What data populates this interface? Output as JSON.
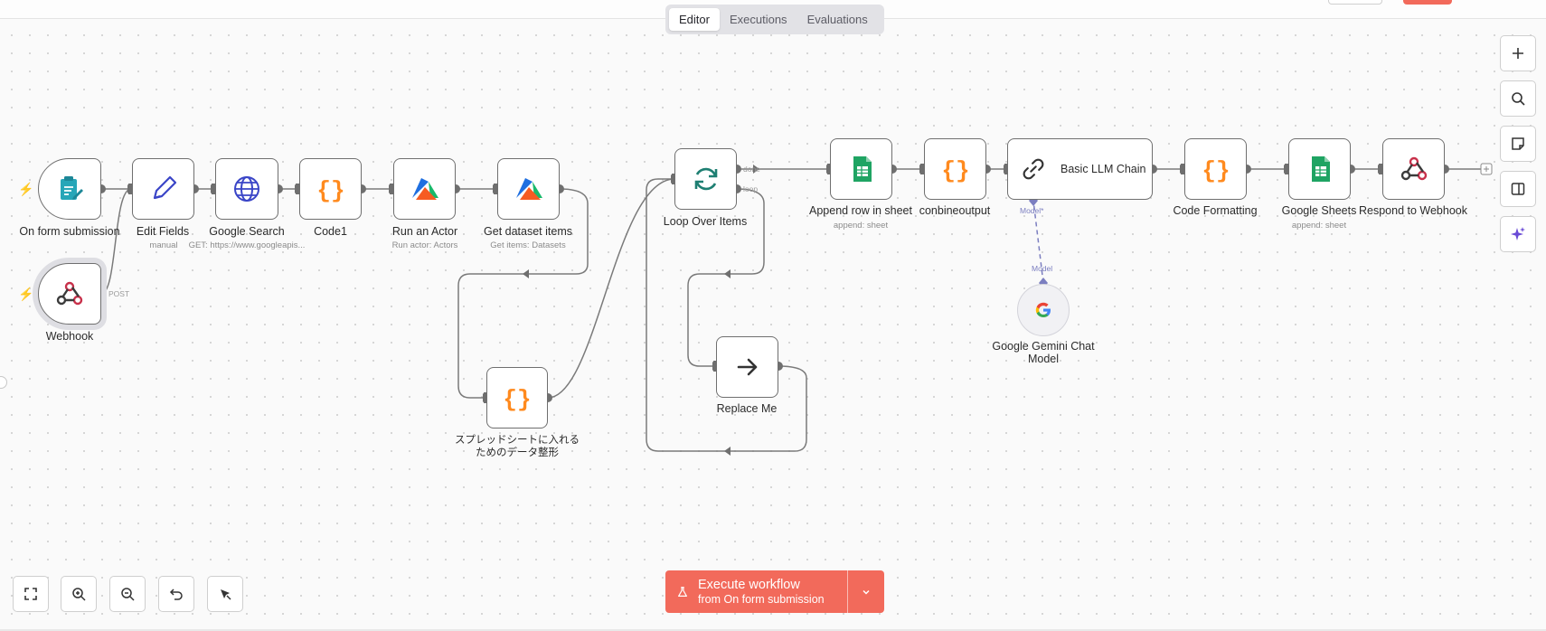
{
  "tabs": [
    "Editor",
    "Executions",
    "Evaluations"
  ],
  "nodes": {
    "form": {
      "label": "On form submission"
    },
    "edit": {
      "label": "Edit Fields",
      "sub": "manual"
    },
    "gsearch": {
      "label": "Google Search",
      "sub": "GET: https://www.googleapis..."
    },
    "code1": {
      "label": "Code1"
    },
    "actor": {
      "label": "Run an Actor",
      "sub": "Run actor: Actors"
    },
    "dataset": {
      "label": "Get dataset items",
      "sub": "Get items: Datasets"
    },
    "webhook": {
      "label": "Webhook",
      "handle": "POST"
    },
    "sheetprep": {
      "label": "スプレッドシートに入れる\nためのデータ整形"
    },
    "loop": {
      "label": "Loop Over Items",
      "done": "done",
      "loop": "loop"
    },
    "replace": {
      "label": "Replace Me"
    },
    "append": {
      "label": "Append row in sheet",
      "sub": "append: sheet"
    },
    "combine": {
      "label": "conbineoutput"
    },
    "llm": {
      "label": "Basic LLM Chain",
      "model_port": "Model*"
    },
    "codefmt": {
      "label": "Code Formatting"
    },
    "gsheets": {
      "label": "Google Sheets",
      "sub": "append: sheet"
    },
    "respond": {
      "label": "Respond to Webhook"
    },
    "gemini": {
      "label": "Google Gemini Chat Model",
      "port": "Model"
    }
  },
  "execute": {
    "title": "Execute workflow",
    "from": "from On form submission"
  },
  "icons": {
    "right_tools": [
      "plus-icon",
      "search-icon",
      "sticky-note-icon",
      "panel-icon",
      "sparkles-icon"
    ],
    "bottom_tools": [
      "fit-view-icon",
      "zoom-in-icon",
      "zoom-out-icon",
      "undo-icon",
      "tidy-up-icon"
    ]
  },
  "colors": {
    "accent": "#f26a5b",
    "code": "#ff8a1e",
    "sheets": "#1fa463",
    "apify_blue": "#1f6fe0",
    "apify_orange": "#f65b22",
    "model_link": "#7b7ec0",
    "loop": "#1e7f72"
  }
}
